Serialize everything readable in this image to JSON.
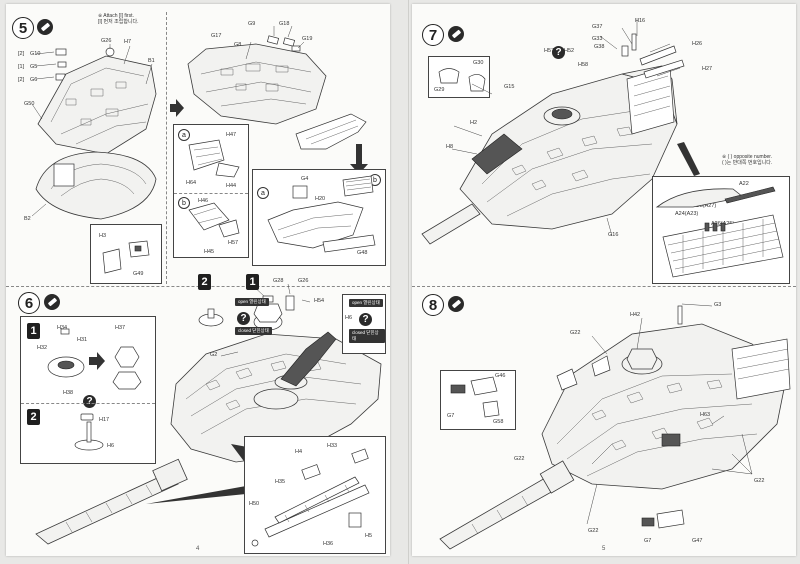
{
  "left_page": {
    "page_number": "4",
    "step5": {
      "number": "5",
      "note_line1": "※ Attach [I] first.",
      "note_line2": "[I] 먼저 조립합니다.",
      "parts_labels": {
        "g10": "G10",
        "g5": "G5",
        "g6": "G6",
        "g26": "G26",
        "h7": "H7",
        "b1": "B1",
        "g50": "G50",
        "b2": "B2",
        "g17": "G17",
        "g8": "G8",
        "g9": "G9",
        "g18": "G18",
        "g19": "G19"
      },
      "box_a": {
        "tag": "a",
        "h47": "H47",
        "h64": "H64",
        "h44": "H44"
      },
      "box_b": {
        "tag": "b",
        "h46": "H46",
        "h57": "H57",
        "h45": "H45"
      },
      "box_ab": {
        "tag_a": "a",
        "tag_b": "b",
        "g4": "G4",
        "h20": "H20",
        "g48": "G48"
      },
      "box_h3": {
        "h3": "H3",
        "g49": "G49"
      },
      "qty_g10": "2",
      "qty_g5": "1",
      "qty_g6": "2"
    },
    "step6": {
      "number": "6",
      "sub1": "1",
      "sub2": "2",
      "box1": {
        "h34": "H34",
        "h31": "H31",
        "h32": "H32",
        "h37": "H37",
        "h38": "H38"
      },
      "box2": {
        "h17": "H17",
        "h6": "H6"
      },
      "main_labels": {
        "g28": "G28",
        "g26": "G26",
        "h54": "H54",
        "h6": "H6",
        "g2": "G2"
      },
      "tag_open": "open\n열린상태",
      "tag_closed": "closed\n닫힌상태",
      "tag_open2": "open\n열린상태",
      "tag_closed2": "closed\n닫힌상태",
      "box_bottom": {
        "h33": "H33",
        "h4": "H4",
        "h35": "H35",
        "h50": "H50",
        "h36": "H36",
        "h5": "H5"
      }
    }
  },
  "right_page": {
    "page_number": "5",
    "step7": {
      "number": "7",
      "labels": {
        "g37": "G37",
        "h16": "H16",
        "g33": "G33",
        "g38": "G38",
        "h26": "H26",
        "h27": "H27",
        "g30": "G30",
        "g29": "G29",
        "h57": "H57",
        "h52": "H52",
        "h58": "H58",
        "g15": "G15",
        "h2": "H2",
        "h8": "H8",
        "g16": "G16"
      },
      "note_line1": "※ ( ) opposite number.",
      "note_line2": "( )는 반대쪽 번호입니다.",
      "detail_labels": {
        "a22": "A22",
        "a28": "A28(A27)",
        "a24": "A24(A23)",
        "a26": "A26(A25)"
      }
    },
    "step8": {
      "number": "8",
      "labels": {
        "g3": "G3",
        "g22a": "G22",
        "h42": "H42",
        "g46": "G46",
        "g7": "G7",
        "g58": "G58",
        "g22b": "G22",
        "h63": "H63",
        "g22c": "G22",
        "g22d": "G22",
        "g47": "G47",
        "g7b": "G7"
      }
    }
  },
  "colors": {
    "ink": "#222222",
    "paper": "#fbfbf9",
    "background": "#e8e8e6"
  }
}
